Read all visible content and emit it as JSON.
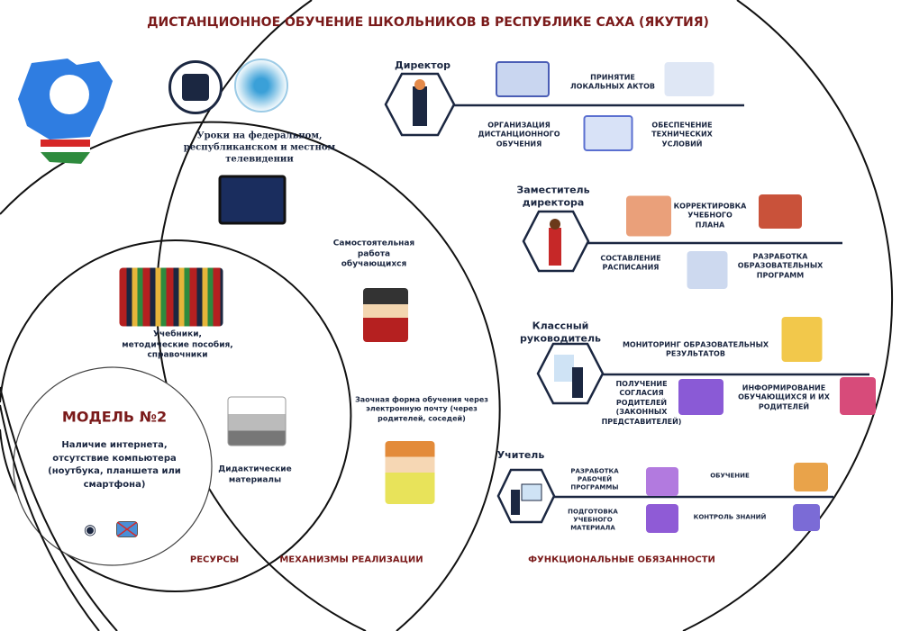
{
  "title": "ДИСТАНЦИОННОЕ ОБУЧЕНИЕ ШКОЛЬНИКОВ В РЕСПУБЛИКЕ САХА (ЯКУТИЯ)",
  "model": {
    "heading": "МОДЕЛЬ №2",
    "description_lines": [
      "Наличие интернета,",
      "отсутствие компьютера",
      "(ноутбука, планшета или",
      "смартфона)"
    ],
    "icons": [
      "wifi-icon",
      "no-computer-icon"
    ]
  },
  "resources": {
    "label": "РЕСУРСЫ",
    "textbooks_lines": [
      "Учебники,",
      "методические пособия,",
      "справочники"
    ],
    "didactic_lines": [
      "Дидактические",
      "материалы"
    ]
  },
  "mechanisms": {
    "label": "МЕХАНИЗМЫ РЕАЛИЗАЦИИ",
    "tv_lines": [
      "Уроки на федеральном,",
      "республиканском и местном",
      "телевидении"
    ],
    "self_work_lines": [
      "Самостоятельная",
      "работа",
      "обучающихся"
    ],
    "correspondence_lines": [
      "Заочная форма обучения через",
      "электронную почту (через",
      "родителей, соседей)"
    ]
  },
  "duties": {
    "label": "ФУНКЦИОНАЛЬНЫЕ ОБЯЗАННОСТИ",
    "roles": [
      {
        "name": "Директор",
        "tasks": [
          "ПРИНЯТИЕ\nЛОКАЛЬНЫХ АКТОВ",
          "ОРГАНИЗАЦИЯ\nДИСТАНЦИОННОГО\nОБУЧЕНИЯ",
          "ОБЕСПЕЧЕНИЕ\nТЕХНИЧЕСКИХ\nУСЛОВИЙ"
        ]
      },
      {
        "name": "Заместитель\nдиректора",
        "tasks": [
          "КОРРЕКТИРОВКА\nУЧЕБНОГО\nПЛАНА",
          "СОСТАВЛЕНИЕ\nРАСПИСАНИЯ",
          "РАЗРАБОТКА\nОБРАЗОВАТЕЛЬНЫХ\nПРОГРАММ"
        ]
      },
      {
        "name": "Классный\nруководитель",
        "tasks": [
          "МОНИТОРИНГ ОБРАЗОВАТЕЛЬНЫХ\nРЕЗУЛЬТАТОВ",
          "ПОЛУЧЕНИЕ\nСОГЛАСИЯ\nРОДИТЕЛЕЙ\n(ЗАКОННЫХ\nПРЕДСТАВИТЕЛЕЙ)",
          "ИНФОРМИРОВАНИЕ\nОБУЧАЮЩИХСЯ И ИХ\nРОДИТЕЛЕЙ"
        ]
      },
      {
        "name": "Учитель",
        "tasks": [
          "РАЗРАБОТКА\nРАБОЧЕЙ\nПРОГРАММЫ",
          "ОБУЧЕНИЕ",
          "ПОДГОТОВКА\nУЧЕБНОГО\nМАТЕРИАЛА",
          "КОНТРОЛЬ ЗНАНИЙ"
        ]
      }
    ]
  },
  "colors": {
    "title": "#7a1a1a",
    "text": "#1b2741",
    "map_blue": "#2f7de1",
    "flag_red": "#d62828",
    "flag_green": "#2e8b3e"
  }
}
